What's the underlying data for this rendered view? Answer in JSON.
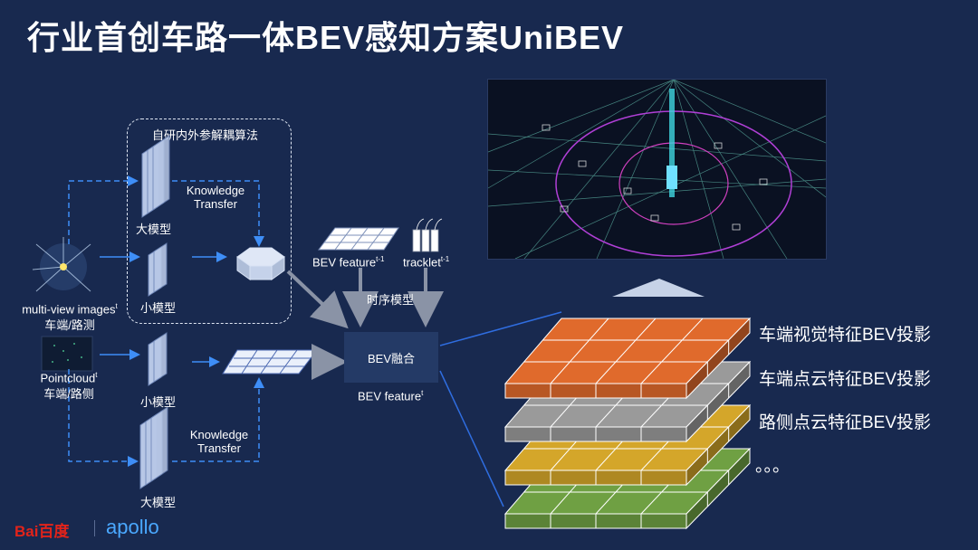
{
  "slide": {
    "title": "行业首创车路一体BEV感知方案UniBEV"
  },
  "algorithm_group": {
    "title": "自研内外参解耦算法"
  },
  "inputs": {
    "camera_label_1": "multi-view images",
    "camera_label_1_sup": "t",
    "camera_label_2": "车端/路测",
    "pointcloud_label_1": "Pointcloud",
    "pointcloud_label_1_sup": "t",
    "pointcloud_label_2": "车端/路侧"
  },
  "models": {
    "big_model_top": "大模型",
    "small_model_top": "小模型",
    "small_model_bottom": "小模型",
    "big_model_bottom": "大模型",
    "knowledge_transfer_top": [
      "Knowledge",
      "Transfer"
    ],
    "knowledge_transfer_bottom": [
      "Knowledge",
      "Transfer"
    ]
  },
  "temporal": {
    "bev_feature_prev": "BEV feature",
    "bev_feature_prev_sup": "t-1",
    "tracklet": "tracklet",
    "tracklet_sup": "t-1",
    "temporal_model": "时序模型"
  },
  "fusion": {
    "box_label": "BEV融合",
    "output_label": "BEV feature",
    "output_sup": "t"
  },
  "layers": {
    "labels": [
      "车端视觉特征BEV投影",
      "车端点云特征BEV投影",
      "路侧点云特征BEV投影",
      "。。。"
    ],
    "colors": [
      "#e06a2c",
      "#9a9a9a",
      "#d4a62a",
      "#6fa043"
    ]
  },
  "branding": {
    "baidu": "Bai百度",
    "apollo": "apollo"
  }
}
